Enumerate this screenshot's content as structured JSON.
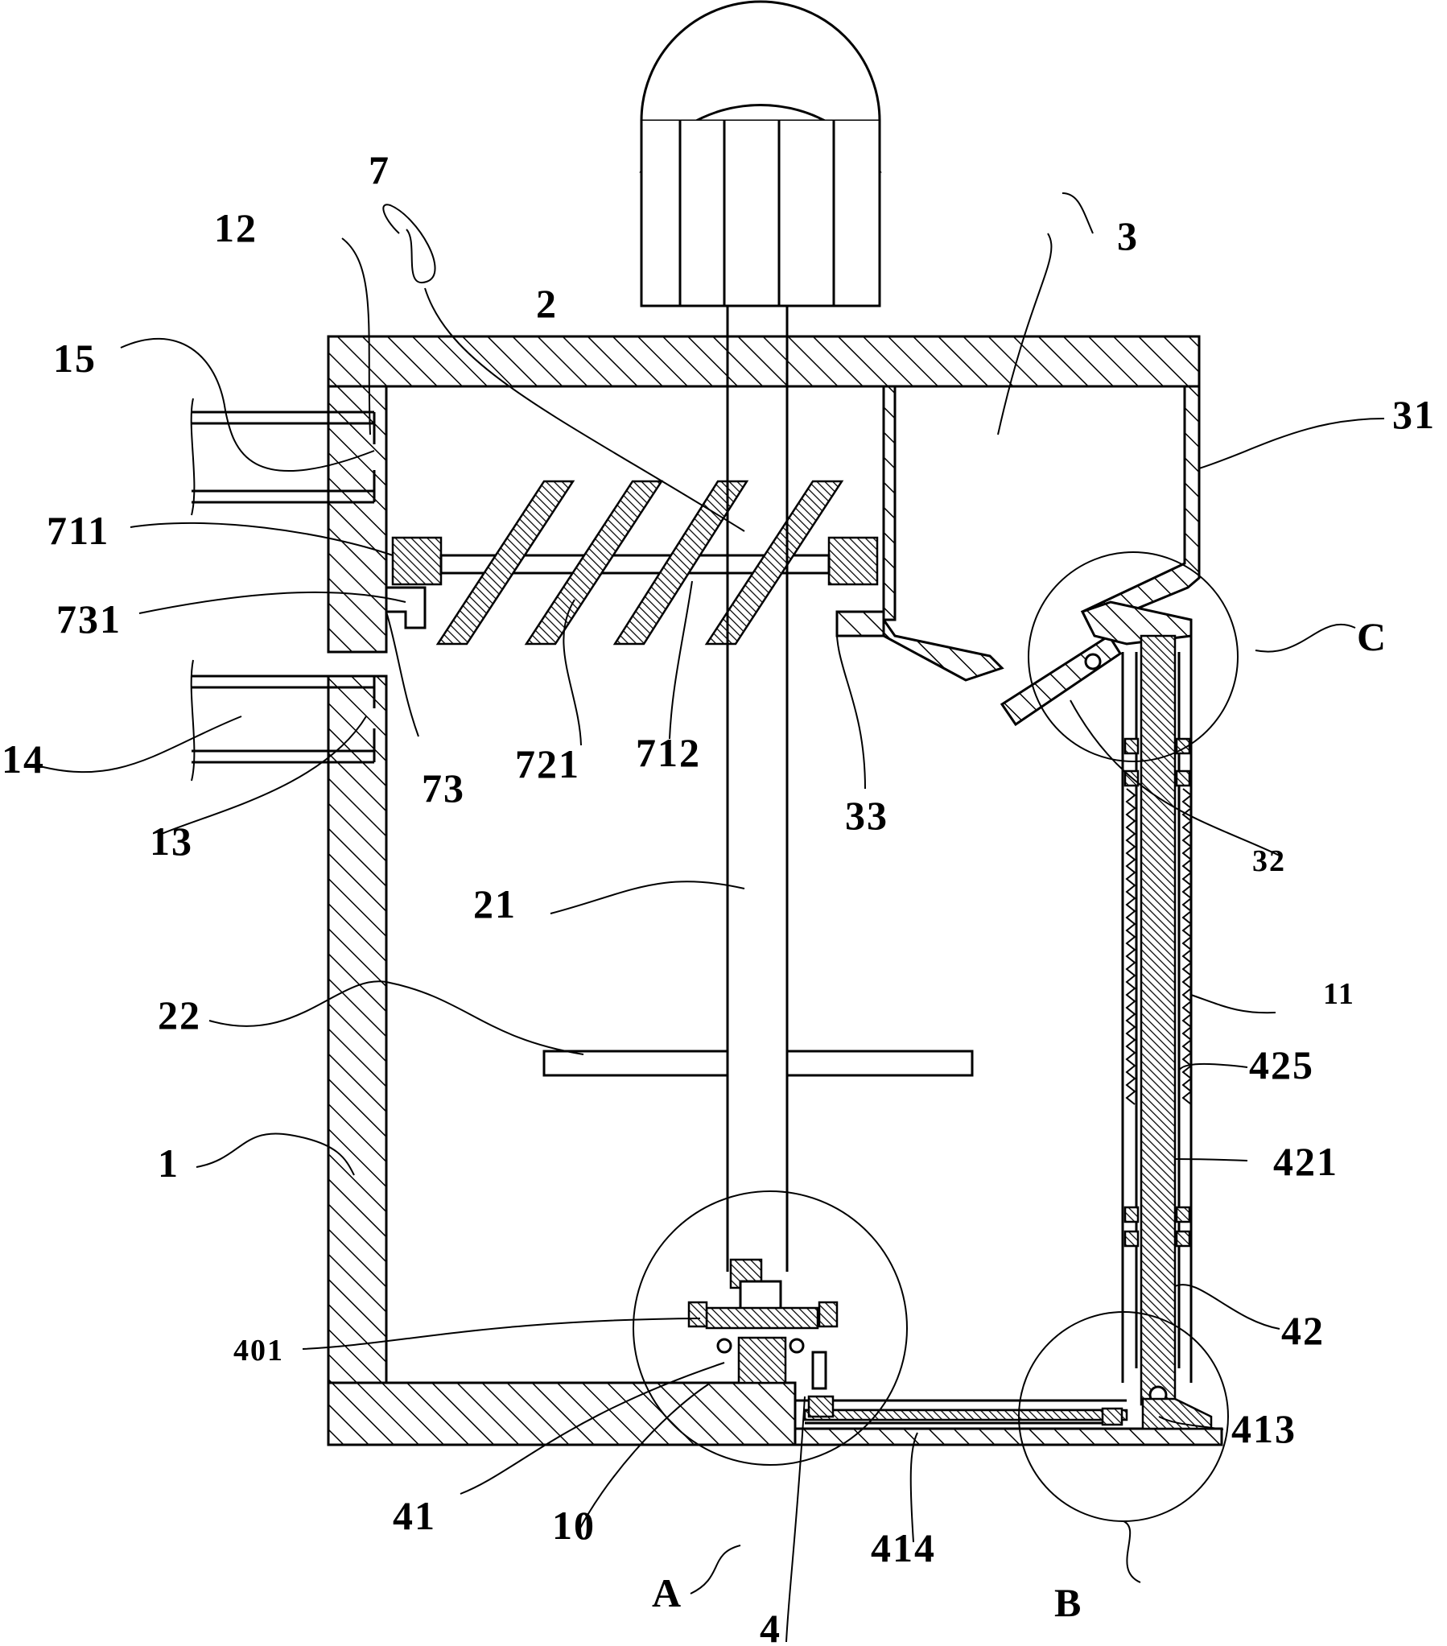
{
  "labels": {
    "l1": "1",
    "l2": "2",
    "l3": "3",
    "l4": "4",
    "l7": "7",
    "l10": "10",
    "l11": "11",
    "l12": "12",
    "l13": "13",
    "l14": "14",
    "l15": "15",
    "l21": "21",
    "l22": "22",
    "l31": "31",
    "l32": "32",
    "l33": "33",
    "l41": "41",
    "l42": "42",
    "l73": "73",
    "l401": "401",
    "l413": "413",
    "l414": "414",
    "l421": "421",
    "l425": "425",
    "l711": "711",
    "l712": "712",
    "l721": "721",
    "l731": "731",
    "lA": "A",
    "lB": "B",
    "lC": "C"
  }
}
